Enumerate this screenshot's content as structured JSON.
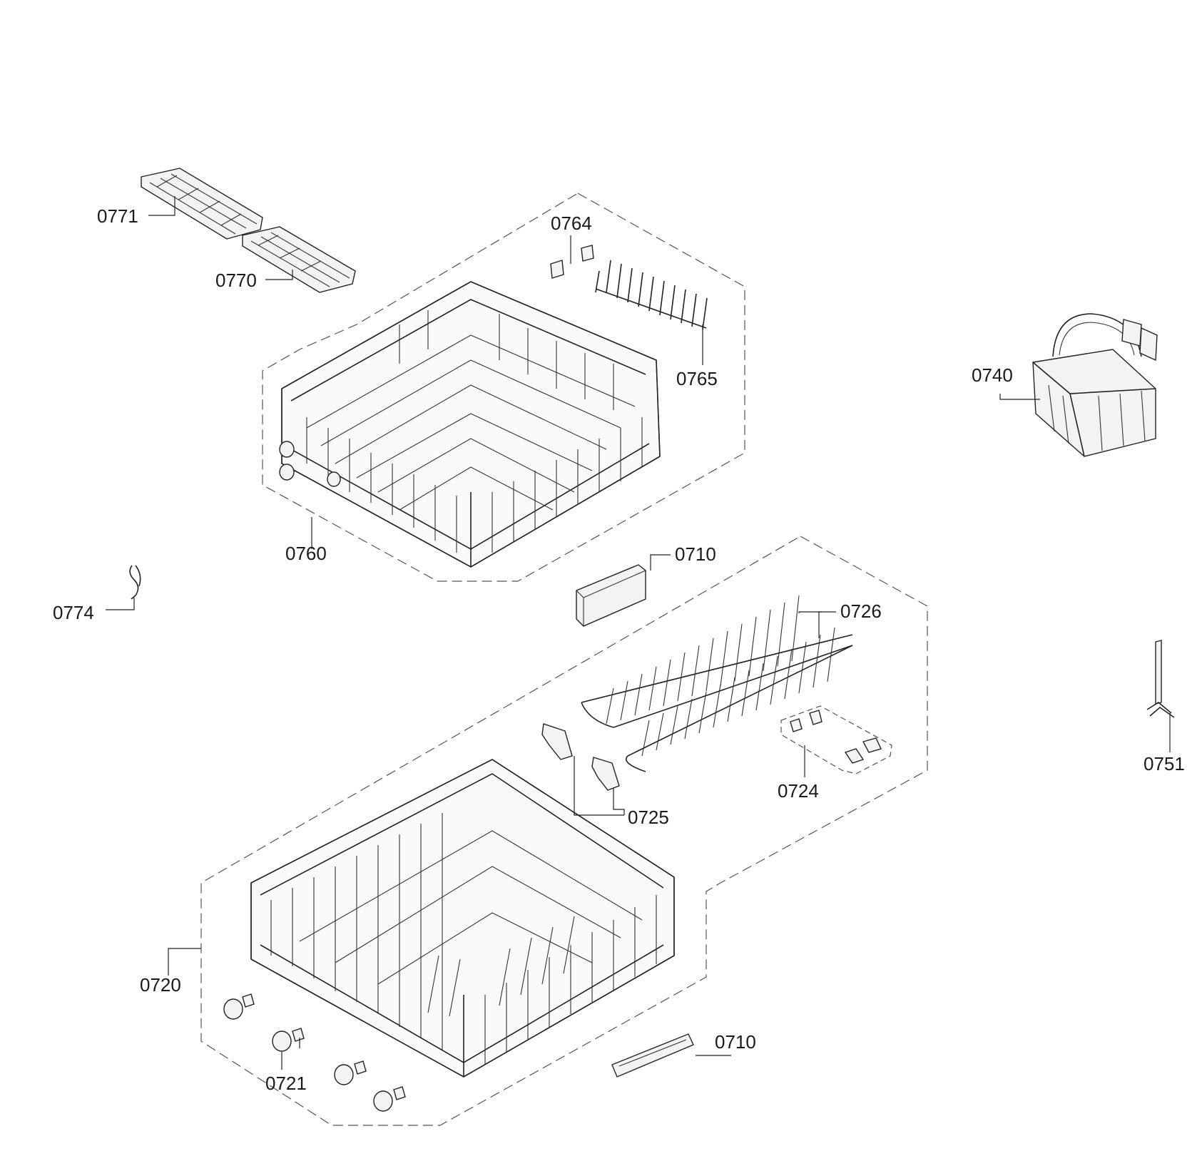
{
  "diagram": {
    "part_labels": {
      "p0771": "0771",
      "p0770": "0770",
      "p0764": "0764",
      "p0765": "0765",
      "p0760": "0760",
      "p0740": "0740",
      "p0774": "0774",
      "p0710_top": "0710",
      "p0726": "0726",
      "p0724": "0724",
      "p0725": "0725",
      "p0751": "0751",
      "p0720": "0720",
      "p0710_bottom": "0710",
      "p0721": "0721"
    }
  }
}
